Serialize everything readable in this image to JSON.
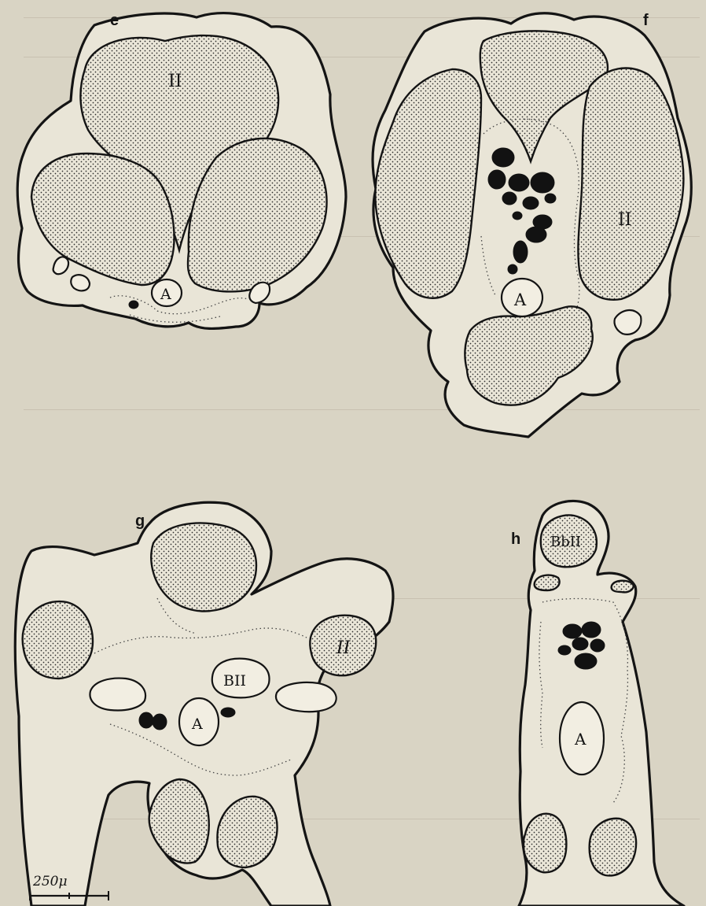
{
  "panels": {
    "e": {
      "label": "e",
      "lobe_label": "II",
      "vessel_label": "A"
    },
    "f": {
      "label": "f",
      "lobe_label": "II",
      "vessel_label": "A"
    },
    "g": {
      "label": "g",
      "lobe_label": "II",
      "bii_label": "BII",
      "vessel_label": "A"
    },
    "h": {
      "label": "h",
      "lobe_label": "BbII",
      "vessel_label": "A"
    }
  },
  "scale_bar": {
    "label": "250μ"
  },
  "colors": {
    "paper": "#d9d4c4",
    "ink": "#141414",
    "stipple_fill": "#eae6d8"
  }
}
